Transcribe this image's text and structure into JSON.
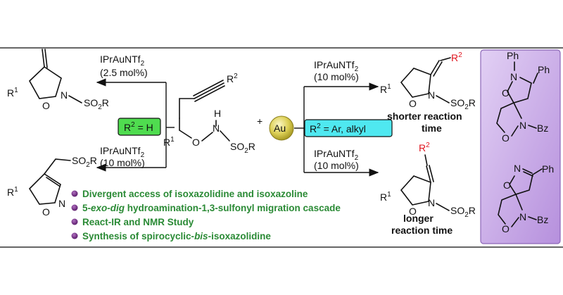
{
  "colors": {
    "accent_green": "#2a8a35",
    "r2_red": "#e0141e",
    "bullet_purple": "#6a2a7a",
    "gold_ball": "#d8c84a",
    "green_box": "#4fdc4f",
    "cyan_box": "#4fe8f0",
    "purple_panel": "#c9a8e6"
  },
  "icons": {
    "gold_ball": "gold-sphere",
    "bullets": "purple-dot"
  },
  "labels": {
    "r1": "R",
    "r1_sup": "1",
    "r2": "R",
    "r2_sup": "2",
    "n": "N",
    "o": "O",
    "h": "H",
    "so2r": "SO",
    "so2r_sub": "2",
    "so2r_tail": "R",
    "plus": "+",
    "au": "Au",
    "ph": "Ph",
    "bz": "Bz"
  },
  "conditions": {
    "catalyst": "IPrAuNTf",
    "catalyst_sub": "2",
    "load_25": "(2.5 mol%)",
    "load_10": "(10 mol%)"
  },
  "boxes": {
    "r2_h": "R",
    "r2_h_sup": "2",
    "r2_h_tail": " = H",
    "r2_ar": "R",
    "r2_ar_sup": "2",
    "r2_ar_tail": " = Ar, alkyl"
  },
  "outcomes": {
    "shorter_1": "shorter reaction",
    "shorter_2": "time",
    "longer_1": "longer",
    "longer_2": "reaction time"
  },
  "bullets": [
    {
      "pre": "Divergent access of isoxazolidine and isoxazoline",
      "italic": "",
      "post": ""
    },
    {
      "pre": "5-",
      "italic": "exo-dig",
      "post": " hydroamination-1,3-sulfonyl migration cascade"
    },
    {
      "pre": "React-IR and NMR Study",
      "italic": "",
      "post": ""
    },
    {
      "pre": "Synthesis of spirocyclic-",
      "italic": "bis",
      "post": "-isoxazolidine"
    }
  ]
}
